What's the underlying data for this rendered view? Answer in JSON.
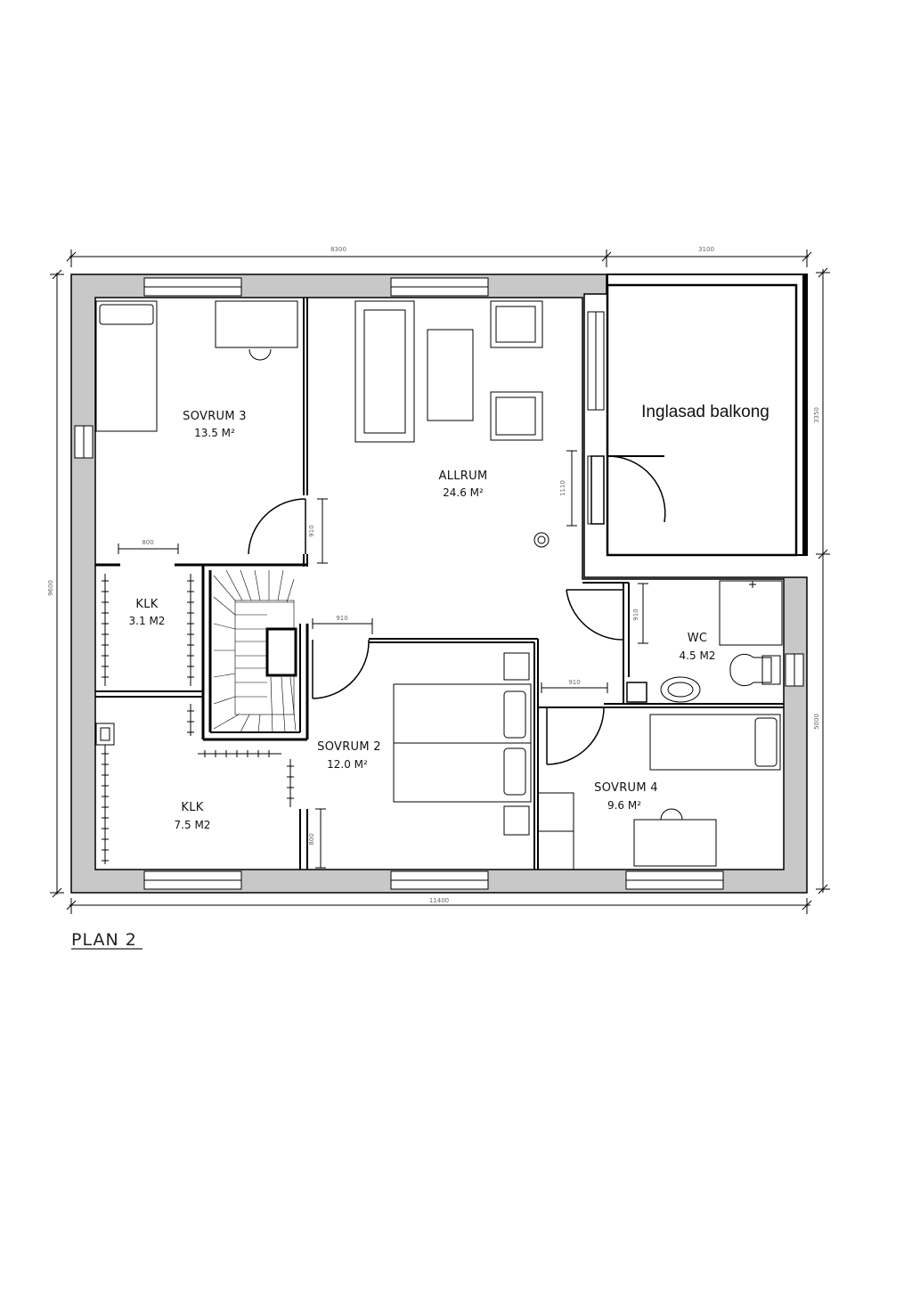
{
  "plan_title": "PLAN 2",
  "rooms": {
    "sovrum3": {
      "name": "SOVRUM 3",
      "area": "13.5 M²"
    },
    "allrum": {
      "name": "ALLRUM",
      "area": "24.6 M²"
    },
    "balkong": {
      "name": "Inglasad balkong"
    },
    "klk_small": {
      "name": "KLK",
      "area": "3.1 M2"
    },
    "klk_large": {
      "name": "KLK",
      "area": "7.5 M2"
    },
    "sovrum2": {
      "name": "SOVRUM 2",
      "area": "12.0 M²"
    },
    "sovrum4": {
      "name": "SOVRUM 4",
      "area": "9.6 M²"
    },
    "wc": {
      "name": "WC",
      "area": "4.5 M2"
    }
  },
  "dimensions": {
    "top_left": "8300",
    "top_right": "3100",
    "bottom": "11400",
    "left": "9600",
    "right_top": "3350",
    "right_bottom": "5000",
    "door_klk": "800",
    "door_sovrum3": "910",
    "door_allrum_balkong": "1110",
    "door_sovrum2": "910",
    "door_wc": "910",
    "door_sovrum4": "910",
    "door_klk_large": "800"
  },
  "colors": {
    "wall": "#c8c8c8",
    "line": "#000000"
  }
}
